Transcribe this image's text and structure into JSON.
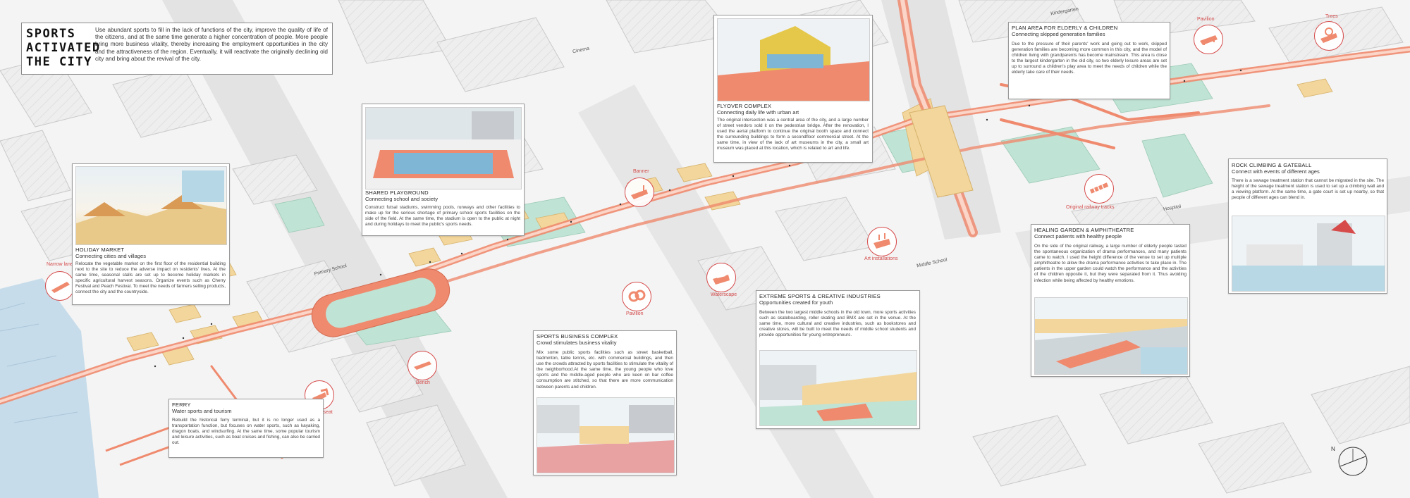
{
  "colors": {
    "route": "#ef8a6e",
    "route_light": "#f6b9a6",
    "green": "#bfe3d4",
    "yellow": "#f3d69b",
    "accent": "#d64a4a",
    "water": "#c7dcea"
  },
  "title": {
    "line1": "SPORTS",
    "line2": "ACTIVATED",
    "line3": "THE CITY",
    "body": "Use abundant sports to fill in the lack of functions of the city, improve the quality of life of the citizens, and at the same time generate a higher concentration of people. More people bring more business vitality, thereby increasing the employment opportunities in the city and the attractiveness of the region. Eventually, it will reactivate the originally declining old city and bring about the revival of the city."
  },
  "streets": {
    "cinema": "Cinema",
    "kindergarten": "Kindergarten",
    "primary_school": "Primary School",
    "middle_school": "Middle School",
    "hospital": "Hospital"
  },
  "icons": [
    {
      "name": "narrow-lane-icon",
      "label": "Narrow lane"
    },
    {
      "name": "l-shape-seat-icon",
      "label": "L shape seat"
    },
    {
      "name": "bench-icon",
      "label": "Bench"
    },
    {
      "name": "pavilion-icon",
      "label": "Pavilion"
    },
    {
      "name": "waterscape-icon",
      "label": "Waterscape"
    },
    {
      "name": "art-installations-icon",
      "label": "Art installations"
    },
    {
      "name": "banner-icon",
      "label": "Banner"
    },
    {
      "name": "original-railway-tracks-icon",
      "label": "Original railway tracks"
    },
    {
      "name": "pavilion-top-icon",
      "label": "Pavilion"
    },
    {
      "name": "trees-icon",
      "label": "Trees"
    }
  ],
  "panels": {
    "holiday": {
      "title": "HOLIDAY MARKET",
      "subtitle": "Connecting cities and villages",
      "body": "Relocate the vegetable market on the first floor of the residential building next to the site to reduce the adverse impact on residents' lives. At the same time, seasonal stalls are set up to become holiday markets in specific agricultural harvest seasons. Organize events such as Cherry Festival and Peach Festival. To meet the needs of farmers selling products, connect the city and the countryside."
    },
    "playground": {
      "title": "SHARED PLAYGROUND",
      "subtitle": "Connecting school and society",
      "body": "Construct futsal stadiums, swimming pools, runways and other facilities to make up for the serious shortage of primary school sports facilities on the side of the field. At the same time, the stadium is open to the public at night and during holidays to meet the public's sports needs."
    },
    "flyover": {
      "title": "FLYOVER COMPLEX",
      "subtitle": "Connecting daily life with urban art",
      "body": "The original intersection was a central area of the city, and a large number of street vendors sold it on the pedestrian bridge. After the renovation, I used the aerial platform to continue the original booth space and connect the surrounding buildings to form a secondfloor commercial street. At the same time, in view of the lack of art museums in the city, a small art museum was placed at this location, which is related to art and life."
    },
    "plan": {
      "title": "PLAN AREA FOR ELDERLY & CHILDREN",
      "subtitle": "Connecting skipped generation families",
      "body": "Due to the pressure of their parents' work and going out to work, skipped generation families are becoming more common in this city, and the model of children living with grandparents has become mainstream. This area is close to the largest kindergarten in the old city, so two elderly leisure areas are set up to surround a children's play area to meet the needs of children while the elderly take care of their needs."
    },
    "rock": {
      "title": "ROCK CLIMBING & GATEBALL",
      "subtitle": "Connect with events of different ages",
      "body": "There is a sewage treatment station that cannot be migrated in the site. The height of the sewage treatment station is used to set up a climbing wall and a viewing platform. At the same time, a gate court is set up nearby, so that people of different ages can blend in."
    },
    "healing": {
      "title": "HEALING GARDEN & AMPHITHEATRE",
      "subtitle": "Connect patients with healthy people",
      "body": "On the side of the original railway, a large number of elderly people tasted the spontaneous organization of drama performances, and many patients came to watch. I used the height difference of the venue to set up multiple amphitheatre to allow the drama performance activities to take place in. The patients in the upper garden could watch the performance and the activities of the children opposite it, but they were separated from it. Thus avoiding infection while being affected by healthy emotions."
    },
    "extreme": {
      "title": "EXTREME SPORTS & CREATIVE INDUSTRIES",
      "subtitle": "Opportunities created for youth",
      "body": "Between the two largest middle schools in the old town, more sports activities such as skateboarding, roller skating and BMX are set in the venue. At the same time, more cultural and creative industries, such as bookstores and creative stores, will be built to meet the needs of middle school students and provide opportunities for young entrepreneurs."
    },
    "business": {
      "title": "SPORTS BUSINESS COMPLEX",
      "subtitle": "Crowd stimulates business vitality",
      "body": "Mix some public sports facilities such as street basketball, badminton, table tennis, etc. with commercial buildings, and then use the crowds attracted by sports facilities to stimulate the vitality of the neighborhood.At the same time, the young people who love sports and the middle-aged people who are keen on bar coffee consumption are stitched, so that there are more communication between parents and children."
    },
    "ferry": {
      "title": "FERRY",
      "subtitle": "Water sports and tourism",
      "body": "Rebuild the historical ferry terminal, but it is no longer used as a transportation function, but focuses on water sports, such as kayaking, dragon boats, and windsurfing. At the same time, some popular tourism and leisure activities, such as boat cruises and fishing, can also be carried out."
    }
  },
  "compass": {
    "label": "N"
  }
}
